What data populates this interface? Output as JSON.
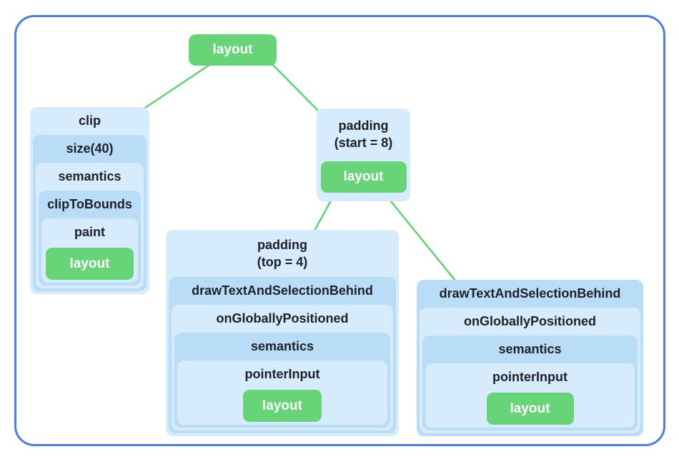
{
  "colors": {
    "frame_border": "#4c7de8",
    "box_light_blue": "#d6ecfd",
    "box_medium_blue": "#b9dcf7",
    "chip_green": "#67d478",
    "connector_green": "#5ed46f",
    "label_text": "#202124",
    "chip_text": "#ffffff"
  },
  "tree": {
    "root_chip": "layout",
    "clip_node": {
      "levels": [
        "clip",
        "size(40)",
        "semantics",
        "clipToBounds",
        "paint"
      ],
      "chip": "layout"
    },
    "padding_start_node": {
      "title_line1": "padding",
      "title_line2": "(start = 8)",
      "chip": "layout"
    },
    "padding_top_node": {
      "title_line1": "padding",
      "title_line2": "(top = 4)",
      "levels": [
        "drawTextAndSelectionBehind",
        "onGloballyPositioned",
        "semantics",
        "pointerInput"
      ],
      "chip": "layout"
    },
    "draw_text_node": {
      "levels": [
        "drawTextAndSelectionBehind",
        "onGloballyPositioned",
        "semantics",
        "pointerInput"
      ],
      "chip": "layout"
    }
  }
}
